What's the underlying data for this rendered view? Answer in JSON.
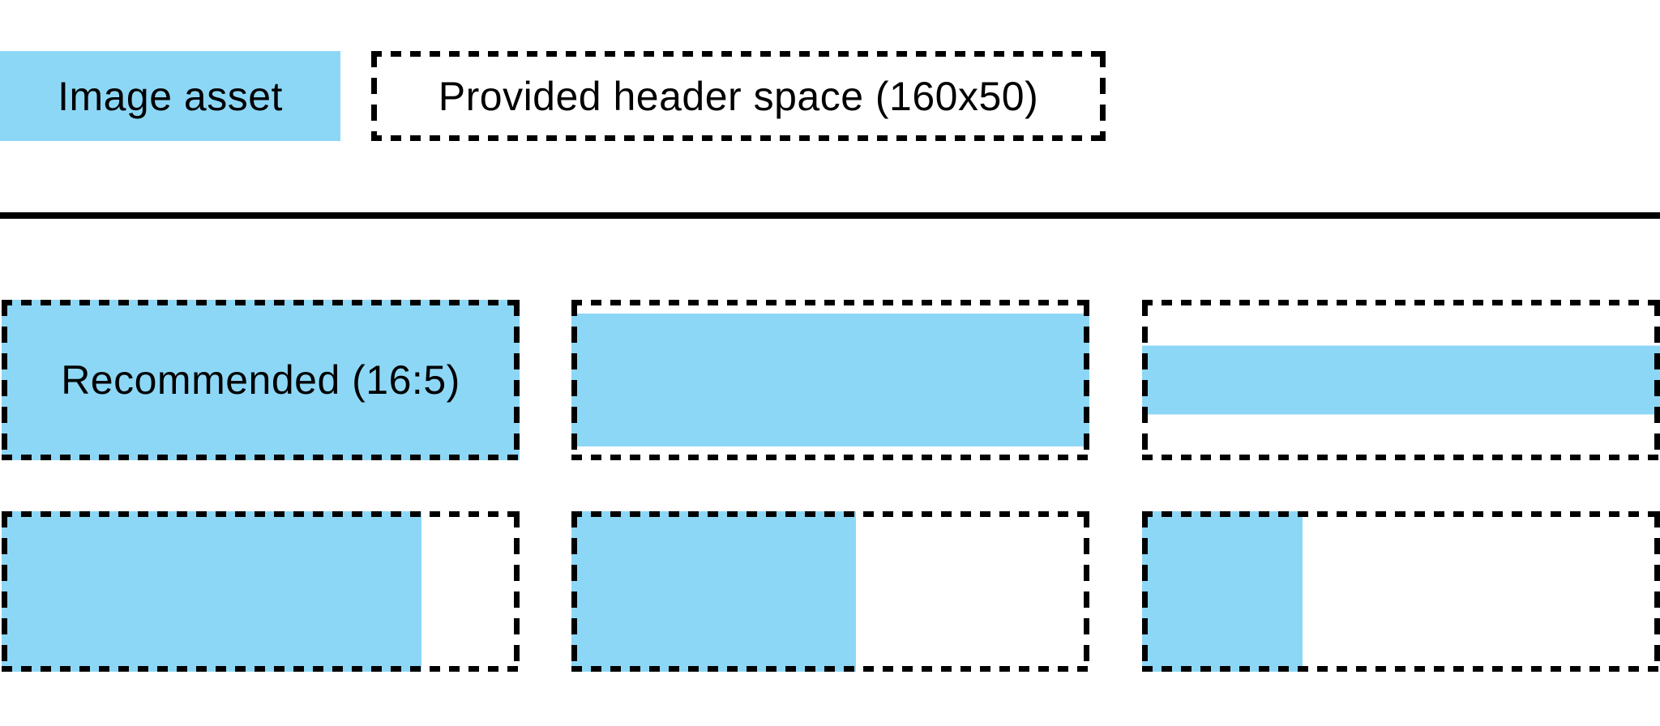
{
  "colors": {
    "asset_blue": "#8DD7F6",
    "line_black": "#000000",
    "background": "#FFFFFF",
    "text": "#000000"
  },
  "legend": {
    "image_asset_label": "Image asset",
    "header_space_label": "Provided header space (160x50)",
    "header_space_width": 160,
    "header_space_height": 50
  },
  "examples": {
    "recommended_label": "Recommended (16:5)",
    "recommended_ratio": "16:5",
    "cells": [
      {
        "name": "recommended-16-5",
        "label": "Recommended (16:5)",
        "fill_width_pct": 100,
        "fill_height_pct": 100,
        "fill_align": "full"
      },
      {
        "name": "wider-than-16-5",
        "label": "",
        "fill_width_pct": 100,
        "fill_height_pct": 83,
        "fill_align": "vcenter"
      },
      {
        "name": "much-wider-than-16-5",
        "label": "",
        "fill_width_pct": 100,
        "fill_height_pct": 43,
        "fill_align": "vcenter"
      },
      {
        "name": "narrower-than-16-5",
        "label": "",
        "fill_width_pct": 81,
        "fill_height_pct": 100,
        "fill_align": "left"
      },
      {
        "name": "much-narrower-16-9",
        "label": "",
        "fill_width_pct": 55,
        "fill_height_pct": 100,
        "fill_align": "left"
      },
      {
        "name": "square-asset",
        "label": "",
        "fill_width_pct": 31,
        "fill_height_pct": 100,
        "fill_align": "left"
      }
    ]
  }
}
